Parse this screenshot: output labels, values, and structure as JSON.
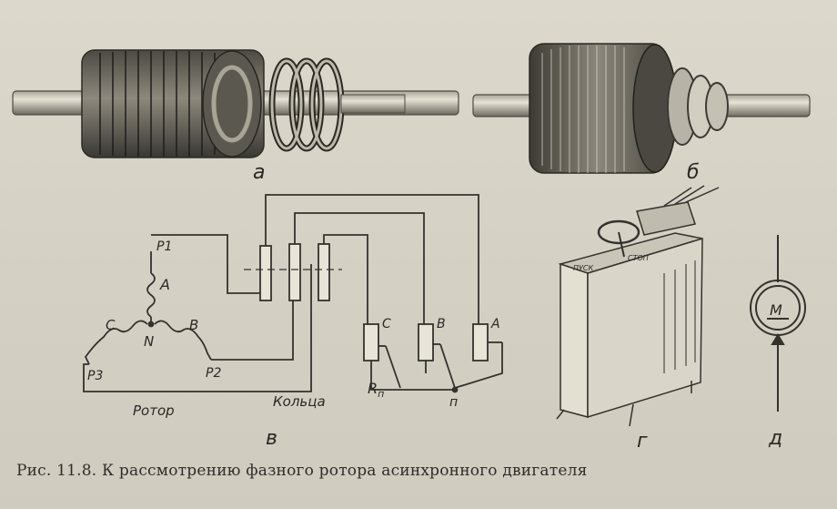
{
  "figure": {
    "caption": "Рис. 11.8. К рассмотрению фазного ротора асинхронного двигателя",
    "panel_labels": {
      "a": "а",
      "b": "б",
      "v": "в",
      "g": "г",
      "d": "д"
    },
    "schematic": {
      "terminal_p1": "P1",
      "terminal_p2": "P2",
      "terminal_p3": "P3",
      "winding_a": "A",
      "winding_b": "B",
      "winding_c": "C",
      "neutral": "N",
      "rotor_label": "Ротор",
      "rings_label": "Кольца",
      "rheostat_label": "R",
      "rheostat_sub": "п",
      "rheostat_a": "A",
      "rheostat_b": "B",
      "rheostat_c": "C",
      "rheostat_node": "п"
    },
    "motor_symbol": "M",
    "cabinet_labels": {
      "left": "ПУСК",
      "right": "СТОП"
    }
  }
}
